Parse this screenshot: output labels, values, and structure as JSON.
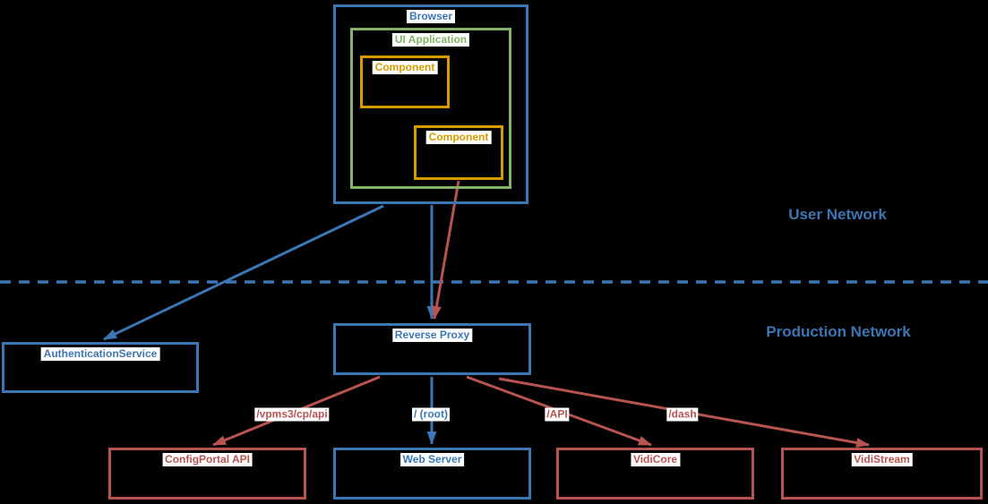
{
  "diagram": {
    "title": "Reverse proxy network architecture diagram",
    "colors": {
      "blue": "#3b77b5",
      "green": "#82b366",
      "orange": "#d79b00",
      "red": "#b85450",
      "label-bg": "#ffffff",
      "bg": "#000000"
    },
    "zones": {
      "user_network": {
        "label": "User Network"
      },
      "production_network": {
        "label": "Production Network"
      }
    },
    "nodes": {
      "browser": {
        "label": "Browser",
        "color": "blue"
      },
      "ui_application": {
        "label": "UI Application",
        "color": "green"
      },
      "component_1": {
        "label": "Component",
        "color": "orange"
      },
      "component_2": {
        "label": "Component",
        "color": "orange"
      },
      "auth_service": {
        "label": "AuthenticationService",
        "color": "blue"
      },
      "reverse_proxy": {
        "label": "Reverse Proxy",
        "color": "blue"
      },
      "configportal_api": {
        "label": "ConfigPortal API",
        "color": "red"
      },
      "web_server": {
        "label": "Web Server",
        "color": "blue"
      },
      "vidicore": {
        "label": "VidiCore",
        "color": "red"
      },
      "vidistream": {
        "label": "VidiStream",
        "color": "red"
      }
    },
    "edges": [
      {
        "from": "Browser",
        "to": "AuthenticationService",
        "label": "",
        "color": "blue"
      },
      {
        "from": "Browser",
        "to": "Reverse Proxy",
        "label": "",
        "color": "blue"
      },
      {
        "from": "Component",
        "to": "Reverse Proxy",
        "label": "",
        "color": "red"
      },
      {
        "from": "Reverse Proxy",
        "to": "ConfigPortal API",
        "label": "/vpms3/cp/api",
        "color": "red"
      },
      {
        "from": "Reverse Proxy",
        "to": "Web Server",
        "label": "/ (root)",
        "color": "blue"
      },
      {
        "from": "Reverse Proxy",
        "to": "VidiCore",
        "label": "/API",
        "color": "red"
      },
      {
        "from": "Reverse Proxy",
        "to": "VidiStream",
        "label": "/dash",
        "color": "red"
      }
    ]
  }
}
